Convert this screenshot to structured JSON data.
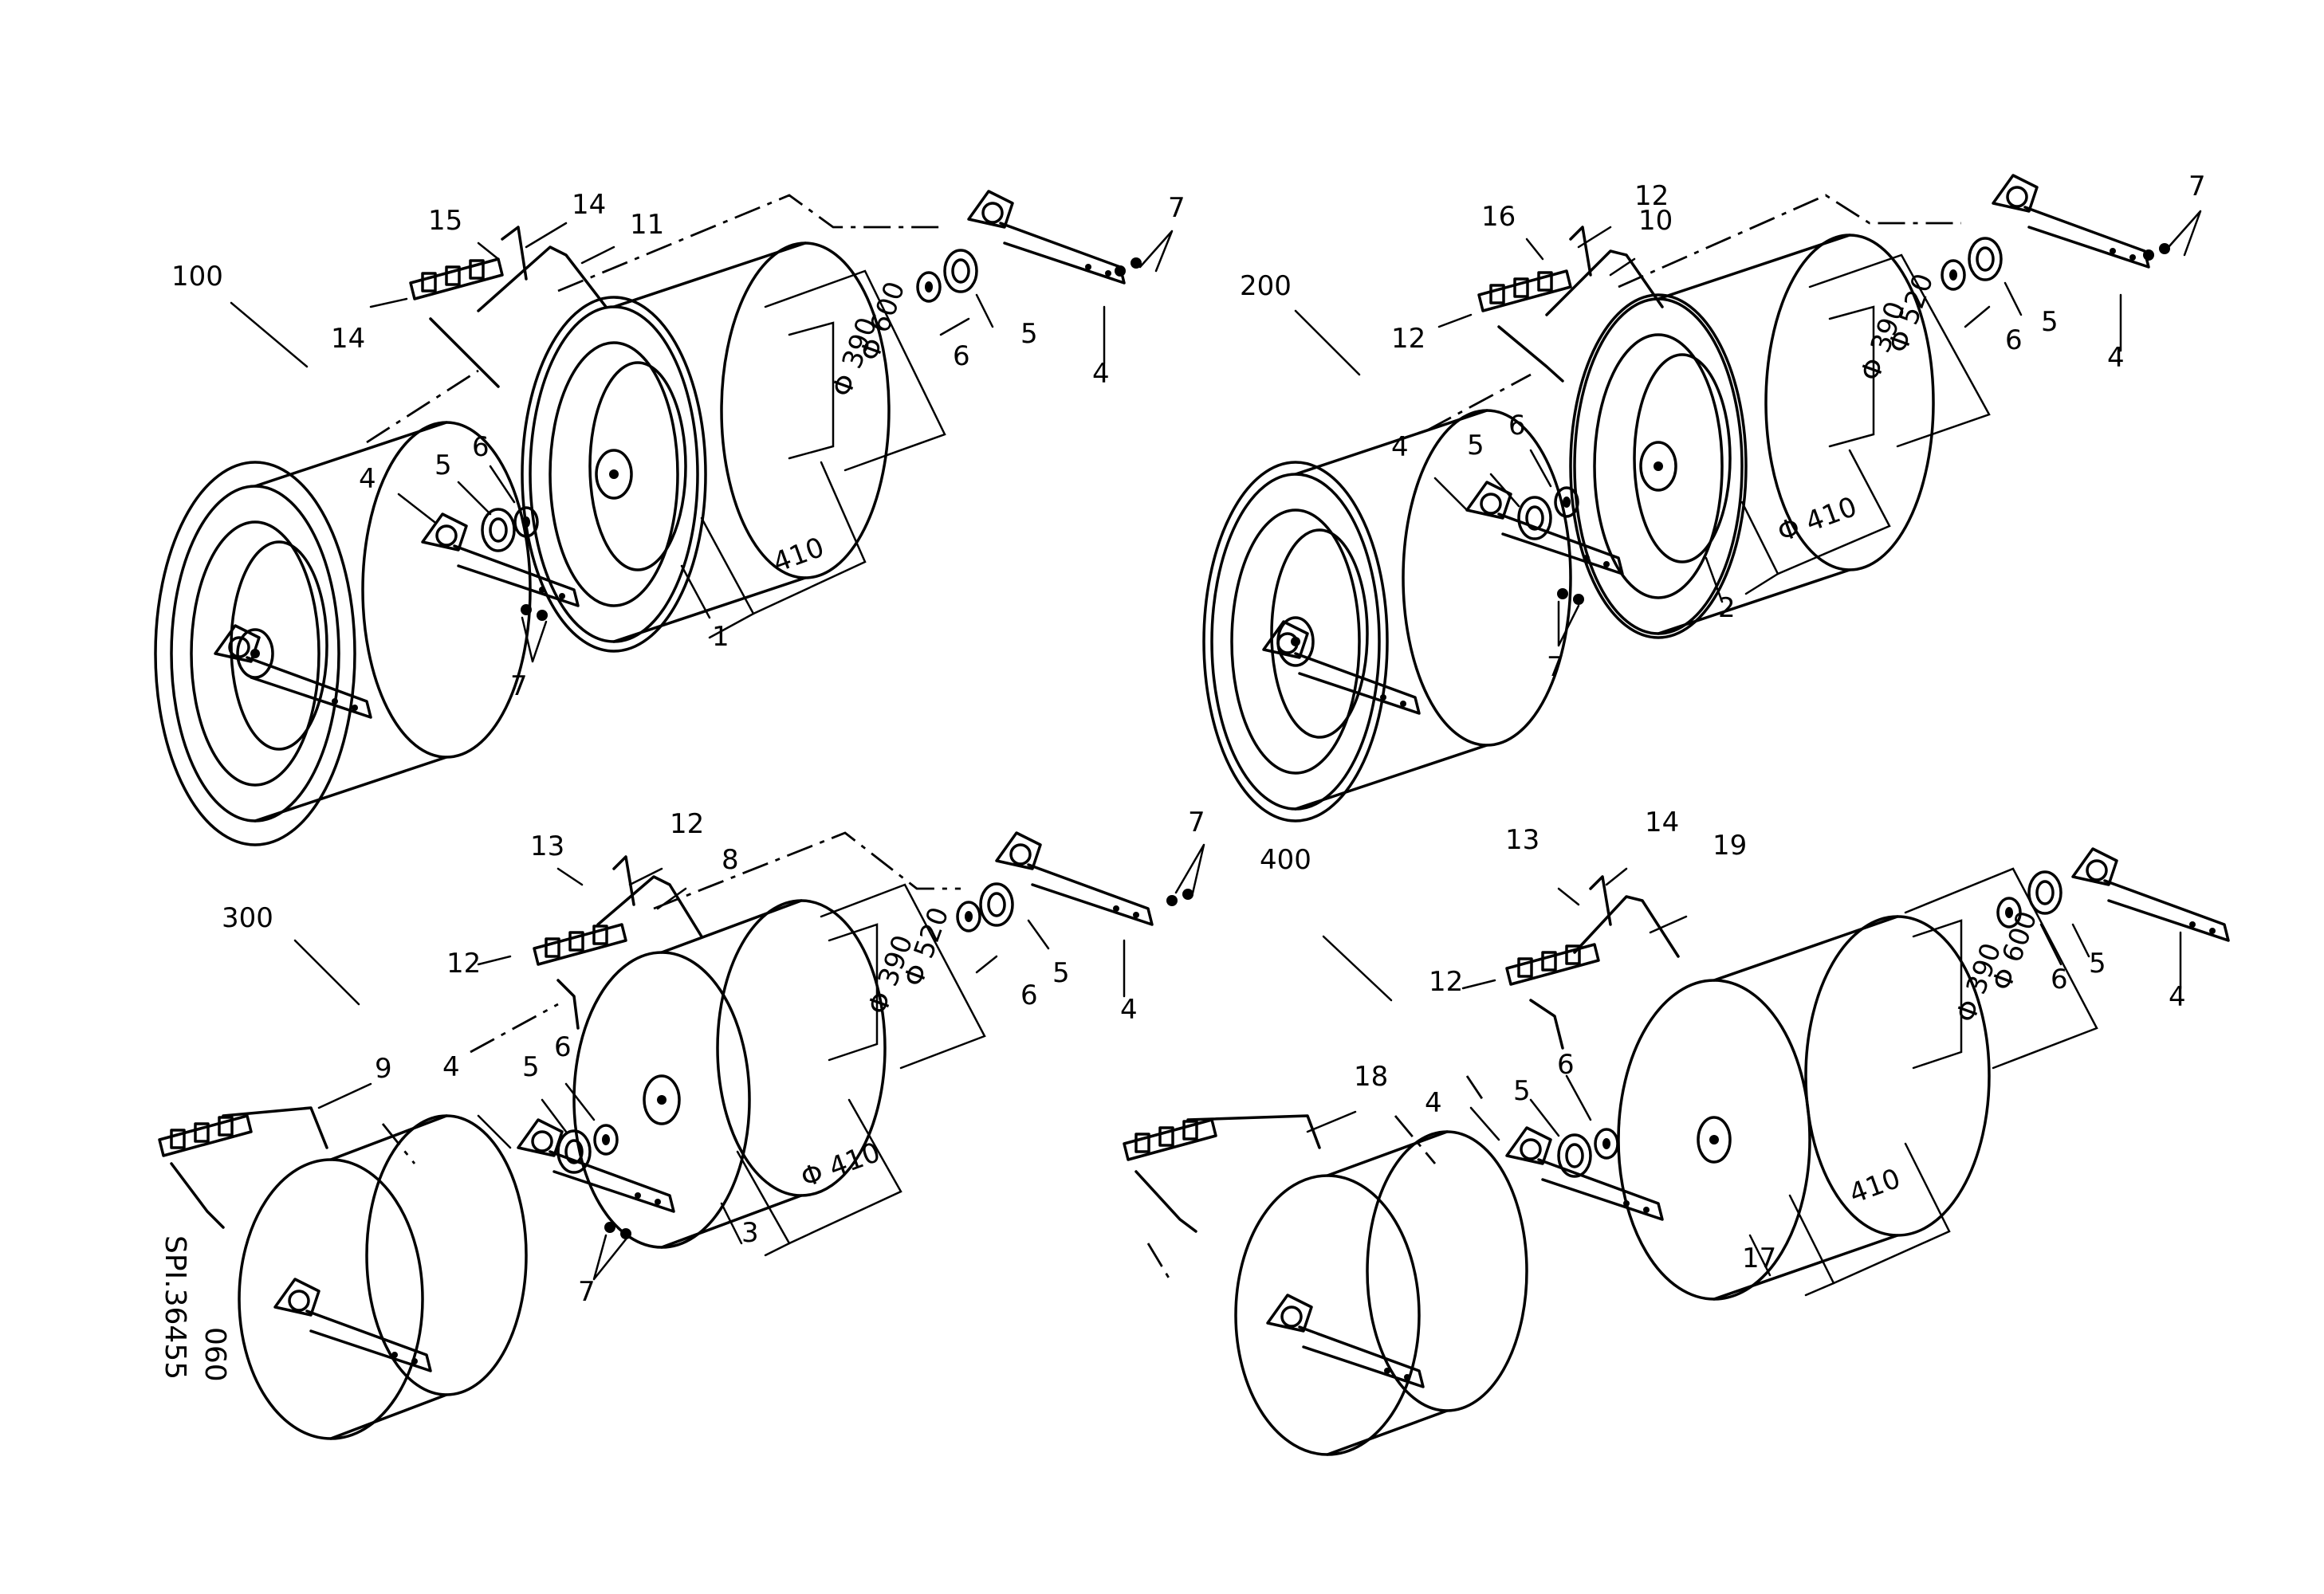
{
  "assemblies": [
    {
      "id": "100",
      "callouts": [
        "1",
        "4",
        "4",
        "5",
        "5",
        "6",
        "6",
        "7",
        "7",
        "11",
        "14",
        "14",
        "15"
      ],
      "dims": [
        "Φ 600",
        "Φ 390",
        "410"
      ]
    },
    {
      "id": "200",
      "callouts": [
        "2",
        "4",
        "4",
        "5",
        "5",
        "6",
        "6",
        "7",
        "7",
        "10",
        "12",
        "12",
        "16"
      ],
      "dims": [
        "Φ 520",
        "Φ 390",
        "Φ 410"
      ]
    },
    {
      "id": "300",
      "callouts": [
        "3",
        "4",
        "4",
        "5",
        "5",
        "6",
        "6",
        "7",
        "7",
        "8",
        "9",
        "12",
        "12",
        "13"
      ],
      "dims": [
        "Φ 520",
        "Φ 390",
        "Φ 410"
      ]
    },
    {
      "id": "400",
      "callouts": [
        "4",
        "4",
        "5",
        "5",
        "6",
        "6",
        "13",
        "14",
        "12",
        "17",
        "18",
        "19"
      ],
      "dims": [
        "Φ 600",
        "Φ 390",
        "410"
      ]
    }
  ],
  "drawing_code": {
    "line1": "SPI.36455",
    "line2": "060"
  }
}
